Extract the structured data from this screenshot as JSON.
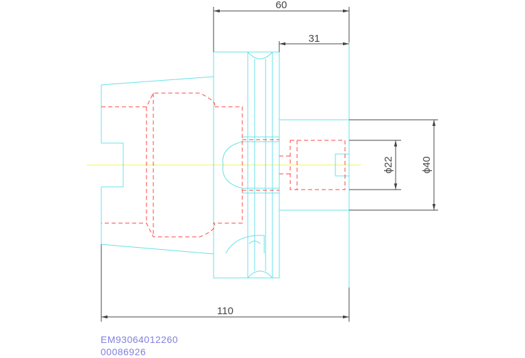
{
  "drawing": {
    "dimensions": {
      "top_length": "60",
      "flange_to_end": "31",
      "bore_diameter": "ϕ22",
      "outer_diameter": "ϕ40",
      "overall_length": "110"
    },
    "part_number": "EM93064012260",
    "serial_number": "00086926",
    "colors": {
      "outline": "#66e0e8",
      "hidden": "#ff4040",
      "centerline": "#f0f060",
      "dimension": "#444444",
      "annotation": "#7f7fe0"
    }
  }
}
